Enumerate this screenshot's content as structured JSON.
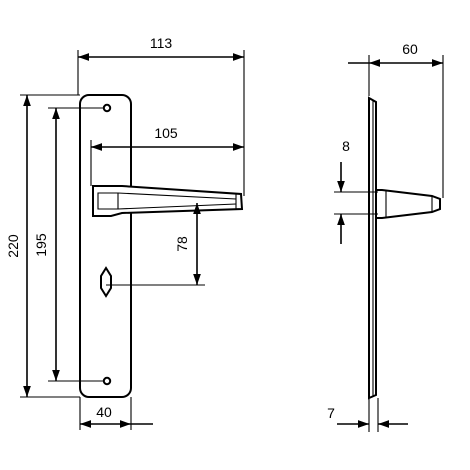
{
  "drawing": {
    "subject": "door handle on backplate with keyhole",
    "colors": {
      "line": "#000000",
      "background": "#ffffff"
    },
    "front_view": {
      "width_total": "113",
      "lever_length": "105",
      "plate_height": "220",
      "screw_spacing": "195",
      "lever_to_keyhole": "78",
      "plate_width": "40"
    },
    "side_view": {
      "projection": "60",
      "lever_thickness": "8",
      "plate_thickness": "7"
    }
  }
}
